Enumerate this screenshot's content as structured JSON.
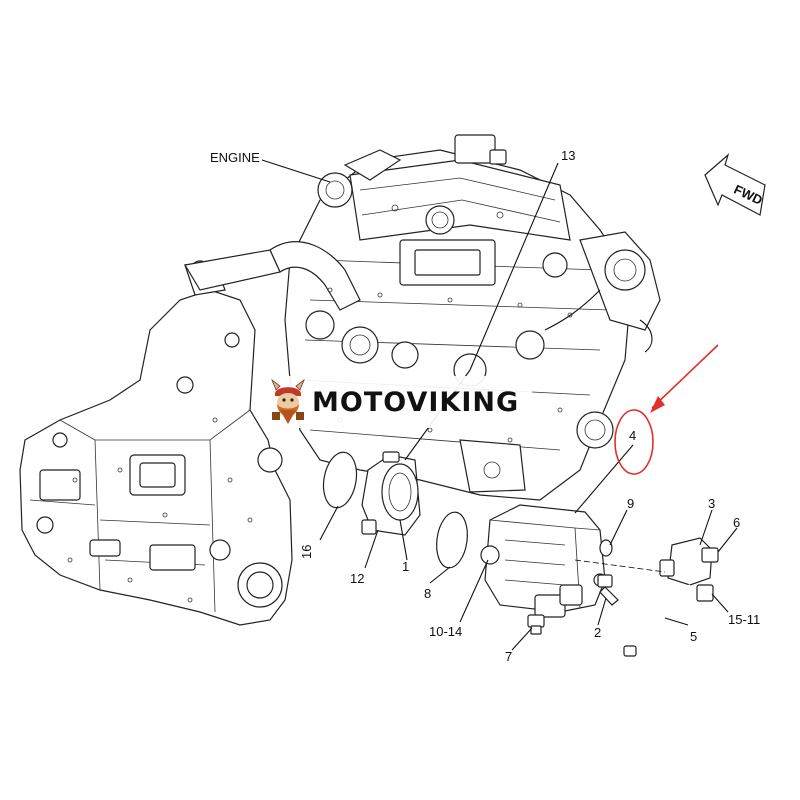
{
  "labels": {
    "engine": "ENGINE",
    "fwd": "FWD",
    "c13": "13",
    "c4": "4",
    "c9": "9",
    "c3": "3",
    "c6": "6",
    "c16": "16",
    "c12": "12",
    "c1": "1",
    "c8": "8",
    "c1014": "10-14",
    "c2": "2",
    "c5": "5",
    "c1511": "15-11",
    "c7": "7"
  },
  "watermark": {
    "text": "MOTOVIKING",
    "logo": "viking-mascot-icon"
  },
  "colors": {
    "highlight": "#e0302a",
    "line": "#111111"
  }
}
